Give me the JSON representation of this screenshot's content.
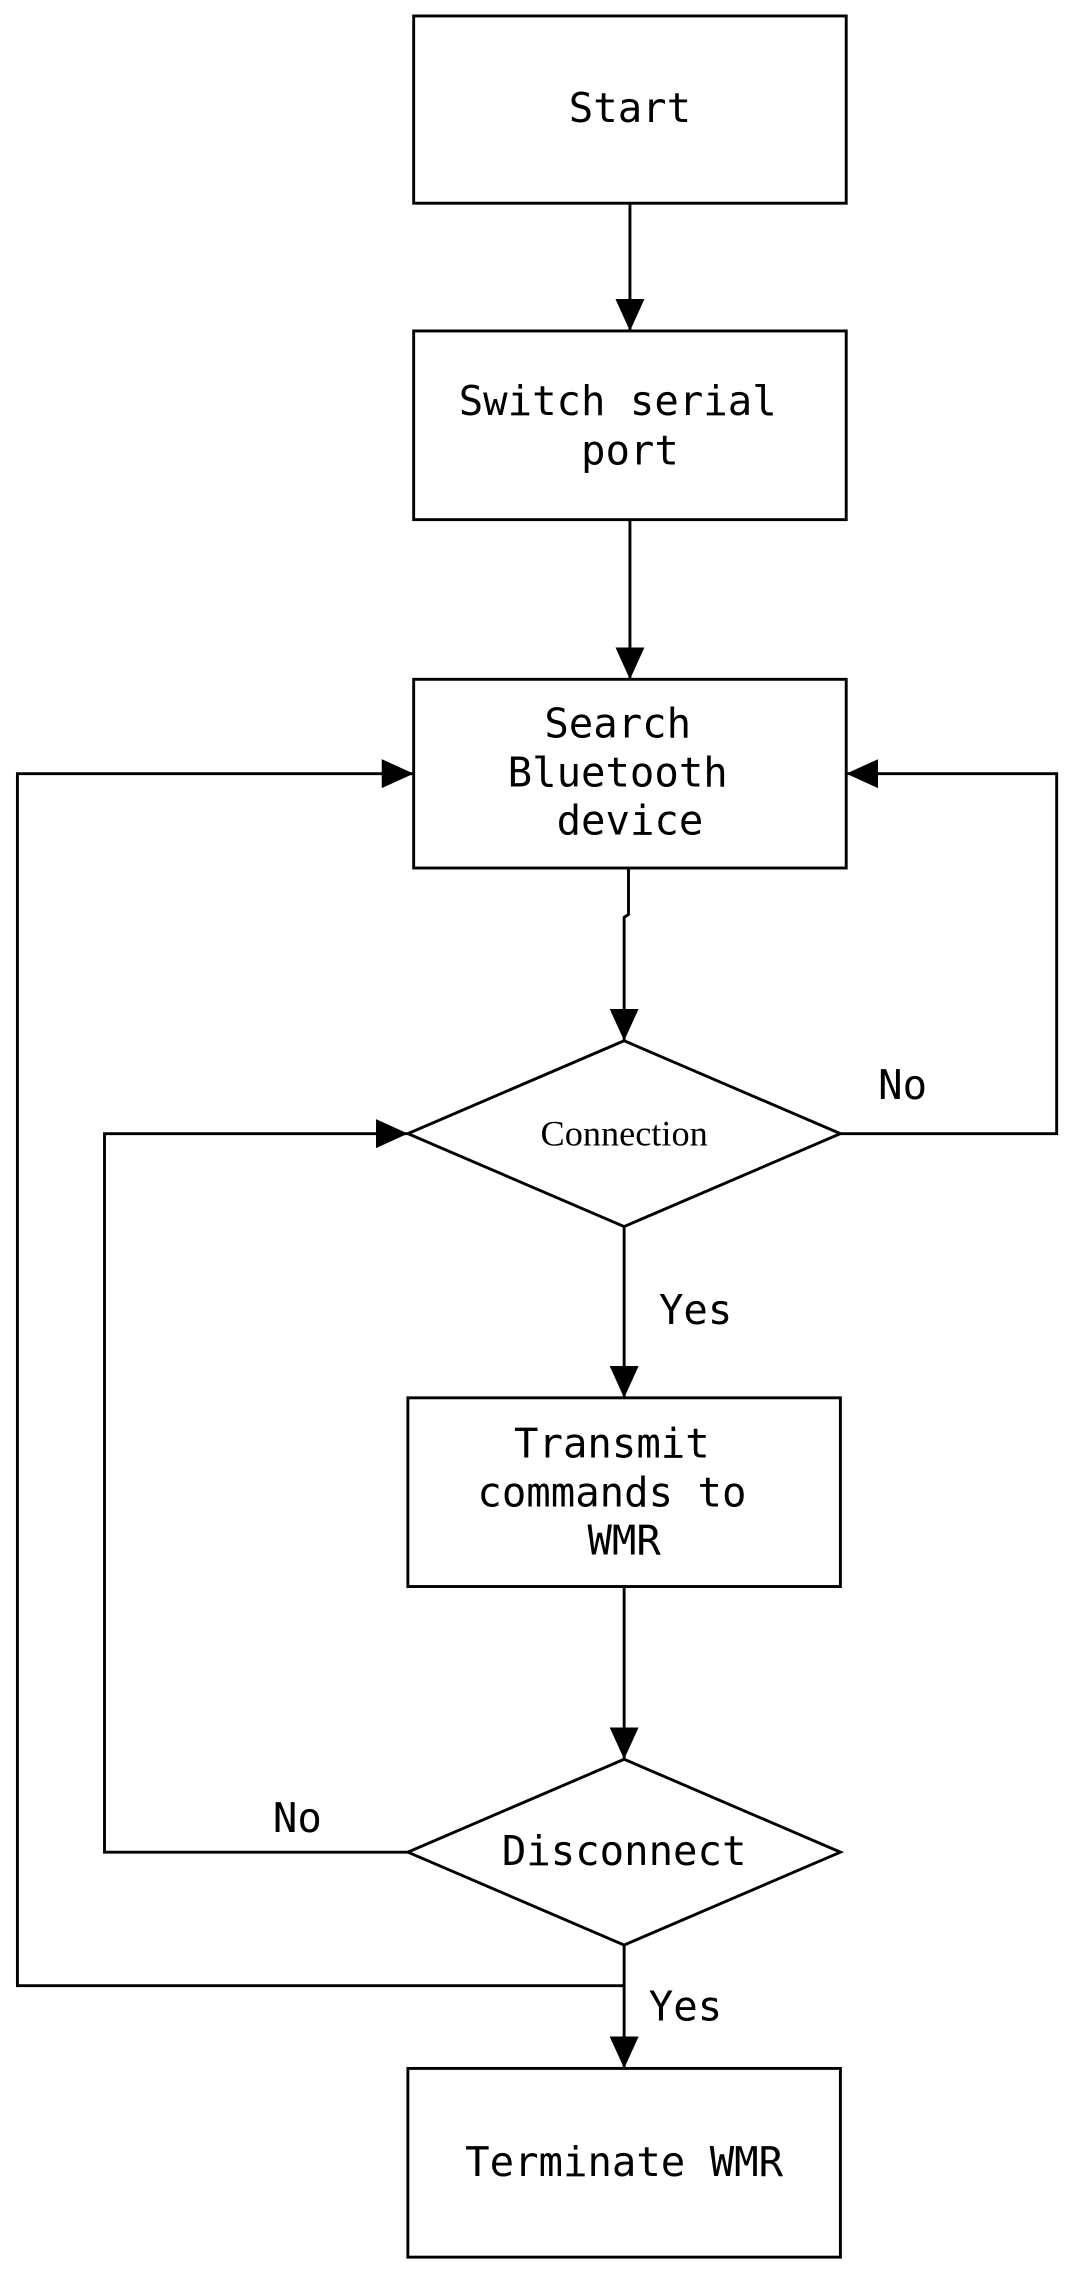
{
  "nodes": {
    "start": {
      "lines": [
        "Start"
      ]
    },
    "switch_port": {
      "lines": [
        "Switch serial",
        "port"
      ]
    },
    "search": {
      "lines": [
        "Search",
        "Bluetooth",
        "device"
      ]
    },
    "connection": {
      "lines": [
        "Connection"
      ]
    },
    "transmit": {
      "lines": [
        "Transmit",
        "commands to",
        "WMR"
      ]
    },
    "disconnect": {
      "lines": [
        "Disconnect"
      ]
    },
    "terminate": {
      "lines": [
        "Terminate WMR"
      ]
    }
  },
  "edge_labels": {
    "connection_no": "No",
    "connection_yes": "Yes",
    "disconnect_no": "No",
    "disconnect_yes": "Yes"
  }
}
